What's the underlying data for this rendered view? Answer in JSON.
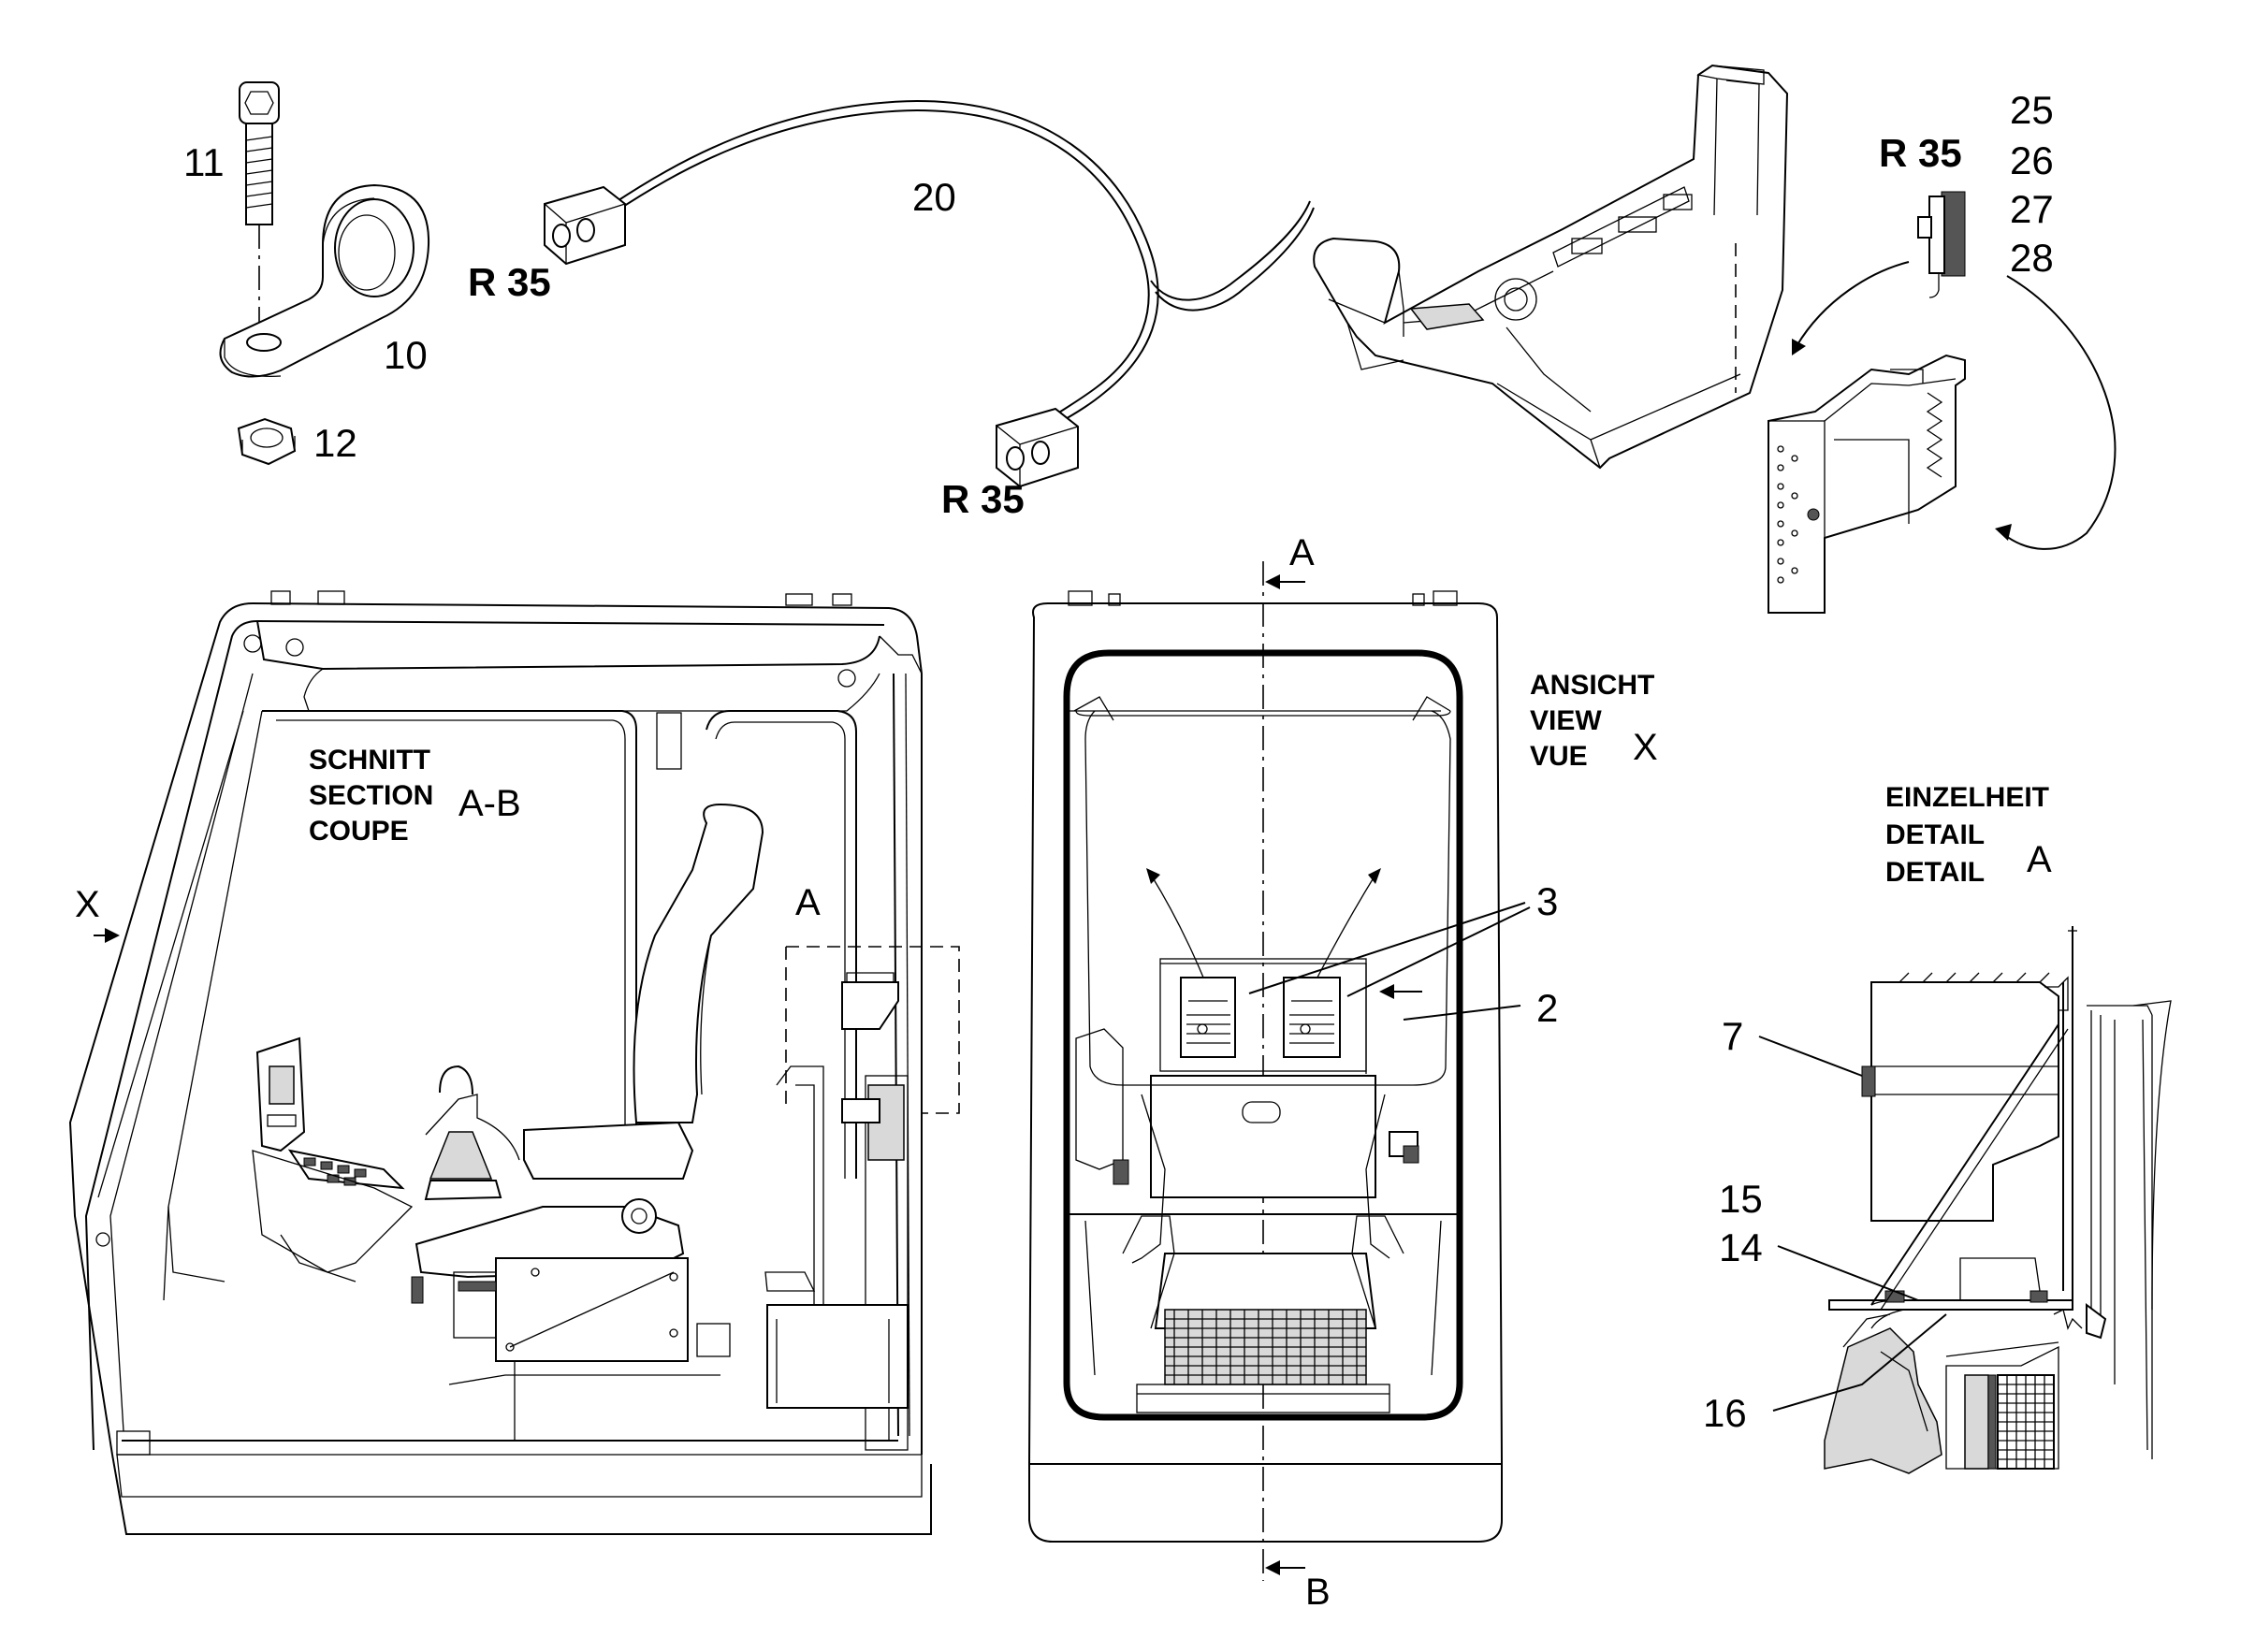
{
  "parts": {
    "p2": "2",
    "p3": "3",
    "p7": "7",
    "p10": "10",
    "p11": "11",
    "p12": "12",
    "p14": "14",
    "p15": "15",
    "p16": "16",
    "p20": "20",
    "p25": "25",
    "p26": "26",
    "p27": "27",
    "p28": "28"
  },
  "connectors": {
    "r35_a": "R 35",
    "r35_b": "R 35",
    "r35_c": "R 35"
  },
  "section": {
    "schnitt": "SCHNITT",
    "section": "SECTION",
    "coupe": "COUPE",
    "id": "A-B"
  },
  "view": {
    "ansicht": "ANSICHT",
    "view": "VIEW",
    "vue": "VUE",
    "id": "X"
  },
  "detail": {
    "einzelheit": "EINZELHEIT",
    "detail_en": "DETAIL",
    "detail_fr": "DETAIL",
    "id": "A"
  },
  "markers": {
    "x_arrow": "X",
    "a_detail": "A",
    "a_top": "A",
    "b_bottom": "B"
  }
}
